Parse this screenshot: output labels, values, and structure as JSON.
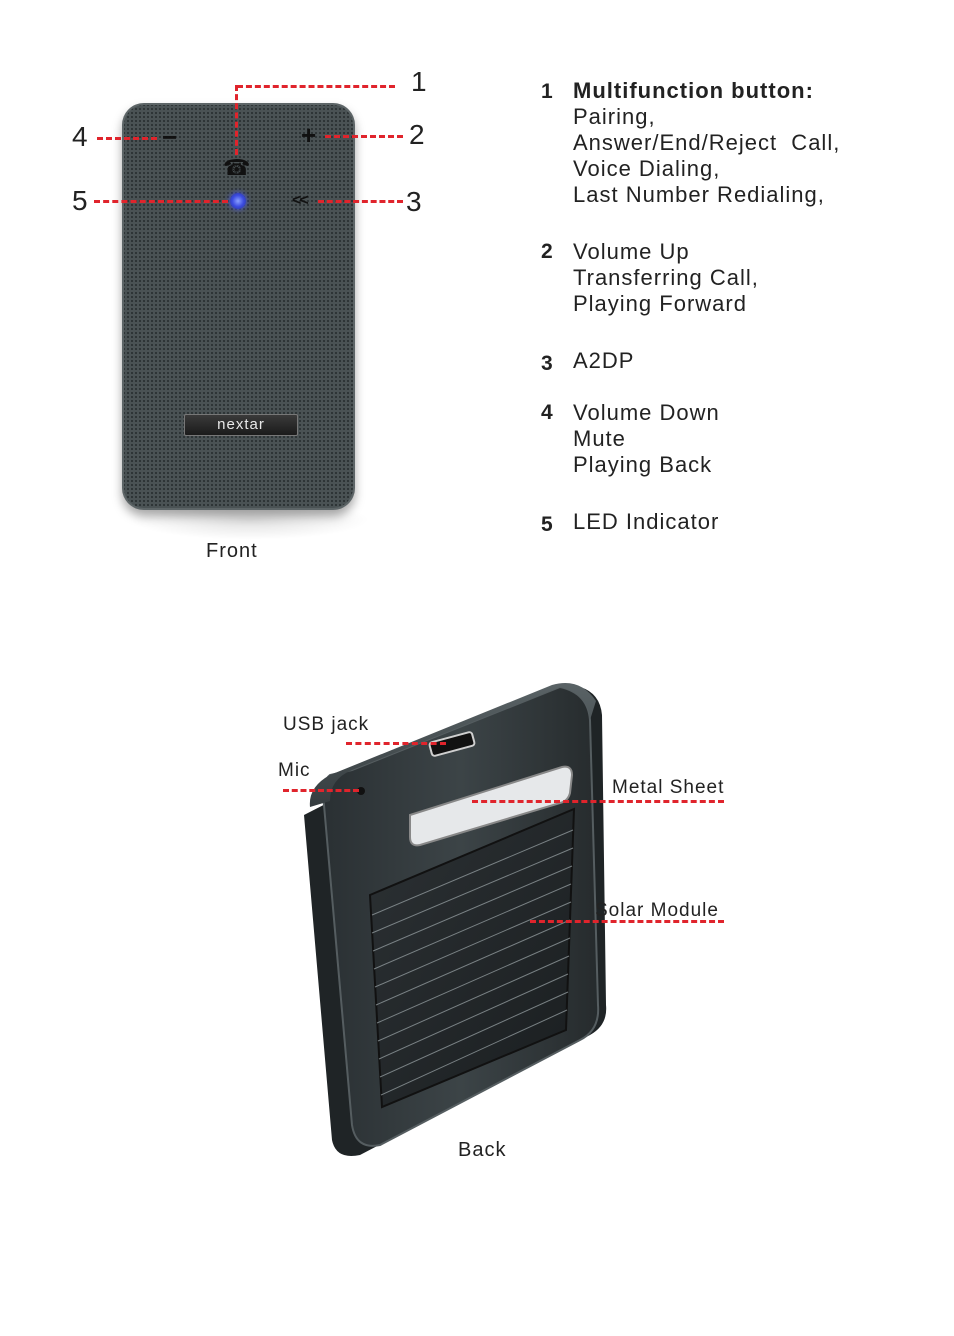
{
  "front": {
    "brand": "nextar",
    "caption": "Front",
    "callouts": [
      "1",
      "2",
      "3",
      "4",
      "5"
    ],
    "button_glyphs": {
      "minus": "−",
      "plus": "+",
      "back": "<<",
      "phone": "☎"
    }
  },
  "legend": [
    {
      "num": "1",
      "title": "Multifunction button:",
      "lines": [
        "Pairing,",
        "Answer/End/Reject  Call,",
        "Voice Dialing,",
        "Last Number Redialing,"
      ]
    },
    {
      "num": "2",
      "title": "",
      "lines": [
        "Volume Up",
        "Transferring Call,",
        "Playing Forward"
      ]
    },
    {
      "num": "3",
      "title": "",
      "lines": [
        "A2DP"
      ]
    },
    {
      "num": "4",
      "title": "",
      "lines": [
        "Volume Down",
        "Mute",
        "Playing Back"
      ]
    },
    {
      "num": "5",
      "title": "",
      "lines": [
        "LED Indicator"
      ]
    }
  ],
  "back": {
    "caption": "Back",
    "labels": {
      "usb": "USB jack",
      "mic": "Mic",
      "metal": "Metal Sheet",
      "solar": "Solar Module"
    }
  },
  "colors": {
    "callout_line": "#e0242c",
    "device_body": "#4a5254",
    "led": "#3b4be0"
  }
}
